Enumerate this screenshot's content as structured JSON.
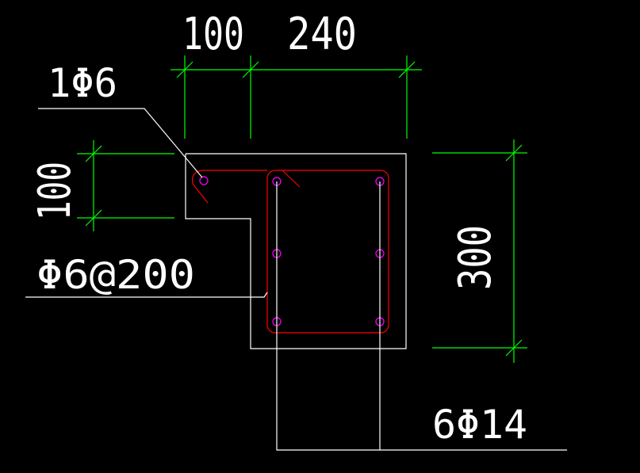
{
  "colors": {
    "background": "#000000",
    "outline": "#ffffff",
    "dimension": "#00ff00",
    "stirrup": "#ff0000",
    "rebar": "#ff00ff"
  },
  "dimensions": {
    "top_left": "100",
    "top_right": "240",
    "left_vertical": "100",
    "right_vertical": "300"
  },
  "labels": {
    "corner_bar": "1Φ6",
    "stirrup": "Φ6@200",
    "main_bars": "6Φ14"
  }
}
